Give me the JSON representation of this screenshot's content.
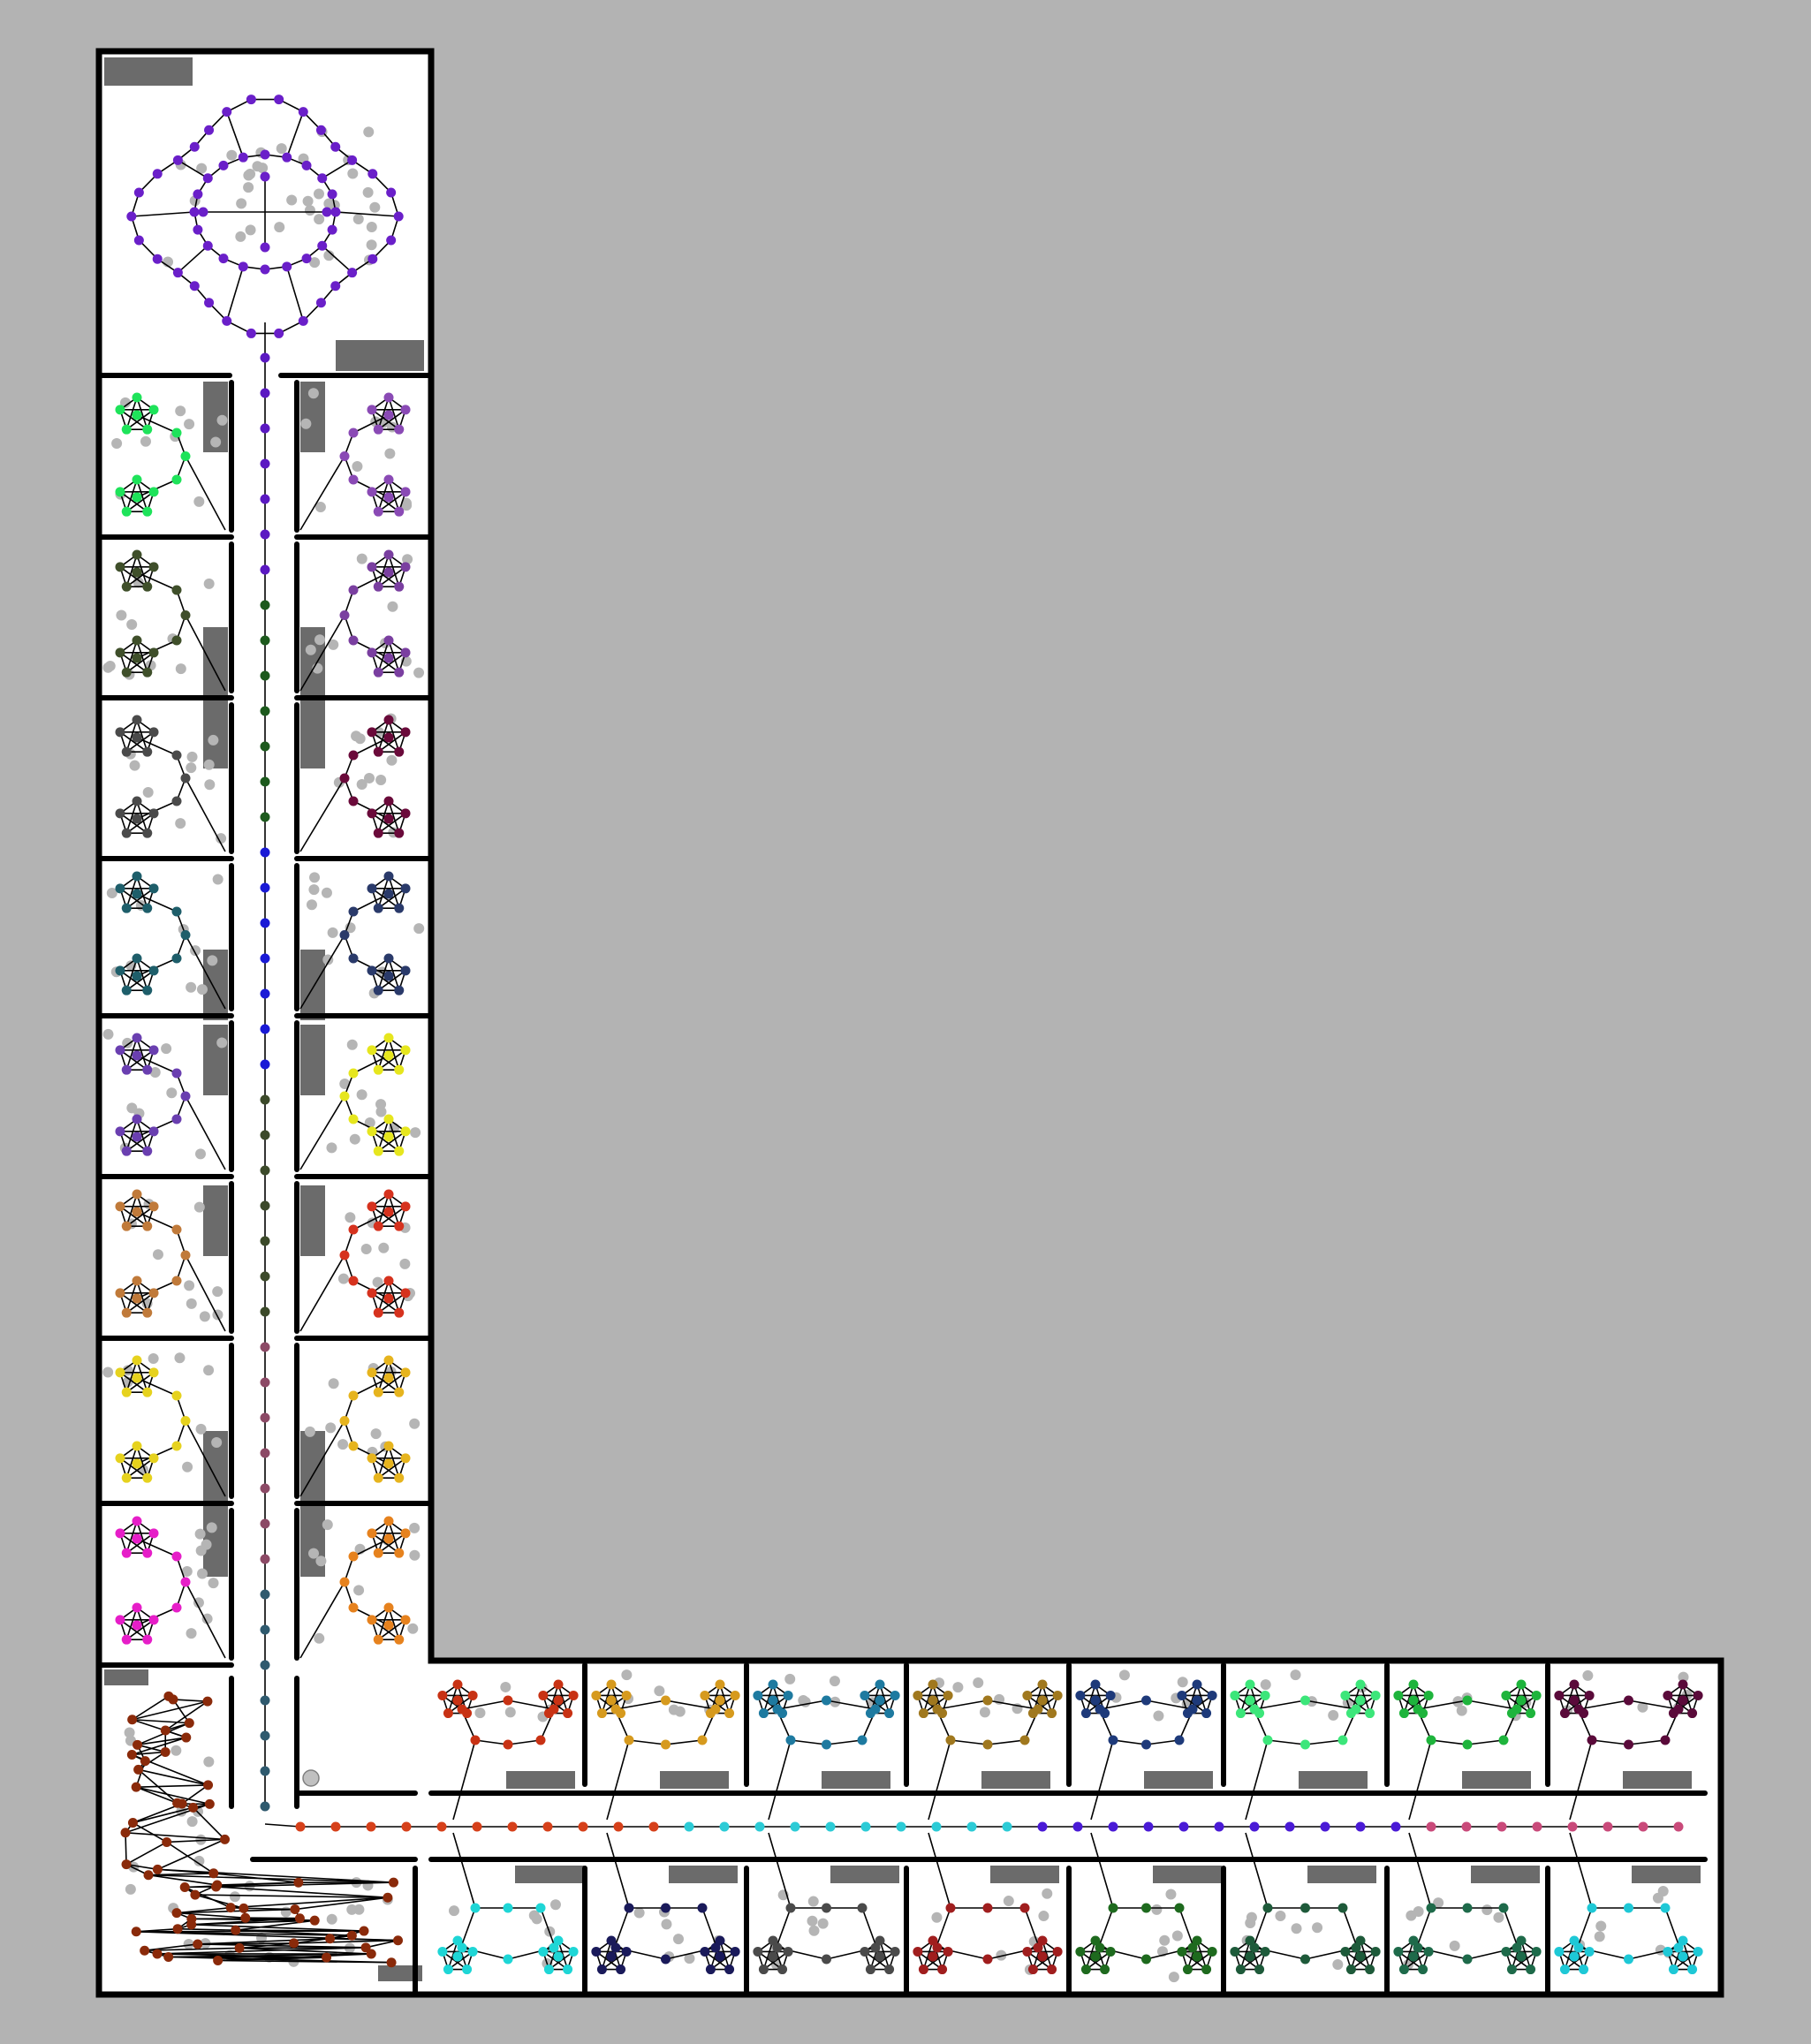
{
  "canvas": {
    "background": "#b3b3b3"
  },
  "legend": {
    "wall_color": "#000000",
    "floor_color": "#ffffff",
    "furniture_color": "#6b6b6b",
    "seat_color": "#b5b5b5",
    "edge_color": "#000000",
    "agent_color": "#c0c0c0"
  },
  "zones": [
    {
      "id": "top-hall",
      "color": "#6a1fc9"
    },
    {
      "id": "corridor-top",
      "color": "#5b19c2"
    },
    {
      "id": "corridor-2",
      "color": "#1d5a1d"
    },
    {
      "id": "corridor-3",
      "color": "#1a1ad6"
    },
    {
      "id": "corridor-4",
      "color": "#3c4a2a"
    },
    {
      "id": "corridor-5",
      "color": "#8c4a66"
    },
    {
      "id": "corridor-6",
      "color": "#2f5a6e"
    },
    {
      "id": "corridor-h1",
      "color": "#d6401a"
    },
    {
      "id": "corridor-h2",
      "color": "#2ccbd6"
    },
    {
      "id": "corridor-h3",
      "color": "#4a1ad6"
    },
    {
      "id": "corridor-h4",
      "color": "#c94a7a"
    },
    {
      "id": "room-l1",
      "color": "#1ee35a"
    },
    {
      "id": "room-r1",
      "color": "#8a4ab5"
    },
    {
      "id": "room-l2",
      "color": "#3f4f2a"
    },
    {
      "id": "room-r2",
      "color": "#7a3fa0"
    },
    {
      "id": "room-l3",
      "color": "#4a4a4a"
    },
    {
      "id": "room-r3",
      "color": "#6a0a3a"
    },
    {
      "id": "room-l4",
      "color": "#1e5e6a"
    },
    {
      "id": "room-r4",
      "color": "#2a3a6a"
    },
    {
      "id": "room-l5",
      "color": "#6a3fb0"
    },
    {
      "id": "room-r5",
      "color": "#e6e61e"
    },
    {
      "id": "room-l6",
      "color": "#c07a3a"
    },
    {
      "id": "room-r6",
      "color": "#d6321e"
    },
    {
      "id": "room-l7",
      "color": "#e6d21e"
    },
    {
      "id": "room-r7",
      "color": "#e6b41e"
    },
    {
      "id": "room-l8",
      "color": "#e61ec8"
    },
    {
      "id": "room-r8",
      "color": "#e6821e"
    },
    {
      "id": "room-corner",
      "color": "#8a2a0a"
    },
    {
      "id": "room-t1",
      "color": "#c83214"
    },
    {
      "id": "room-t2",
      "color": "#d69a1e"
    },
    {
      "id": "room-t3",
      "color": "#1e7aa0"
    },
    {
      "id": "room-t4",
      "color": "#a0781e"
    },
    {
      "id": "room-t5",
      "color": "#1e3a7a"
    },
    {
      "id": "room-t6",
      "color": "#3ce67a"
    },
    {
      "id": "room-t7",
      "color": "#1eb43c"
    },
    {
      "id": "room-t8",
      "color": "#5a0a3a"
    },
    {
      "id": "room-b1",
      "color": "#1ed6d6"
    },
    {
      "id": "room-b2",
      "color": "#1a1a5a"
    },
    {
      "id": "room-b3",
      "color": "#4a4a4a"
    },
    {
      "id": "room-b4",
      "color": "#a01e1e"
    },
    {
      "id": "room-b5",
      "color": "#1e6a1e"
    },
    {
      "id": "room-b6",
      "color": "#1e5a3a"
    },
    {
      "id": "room-b7",
      "color": "#1e6a4a"
    },
    {
      "id": "room-b8",
      "color": "#1ec8d6"
    }
  ]
}
